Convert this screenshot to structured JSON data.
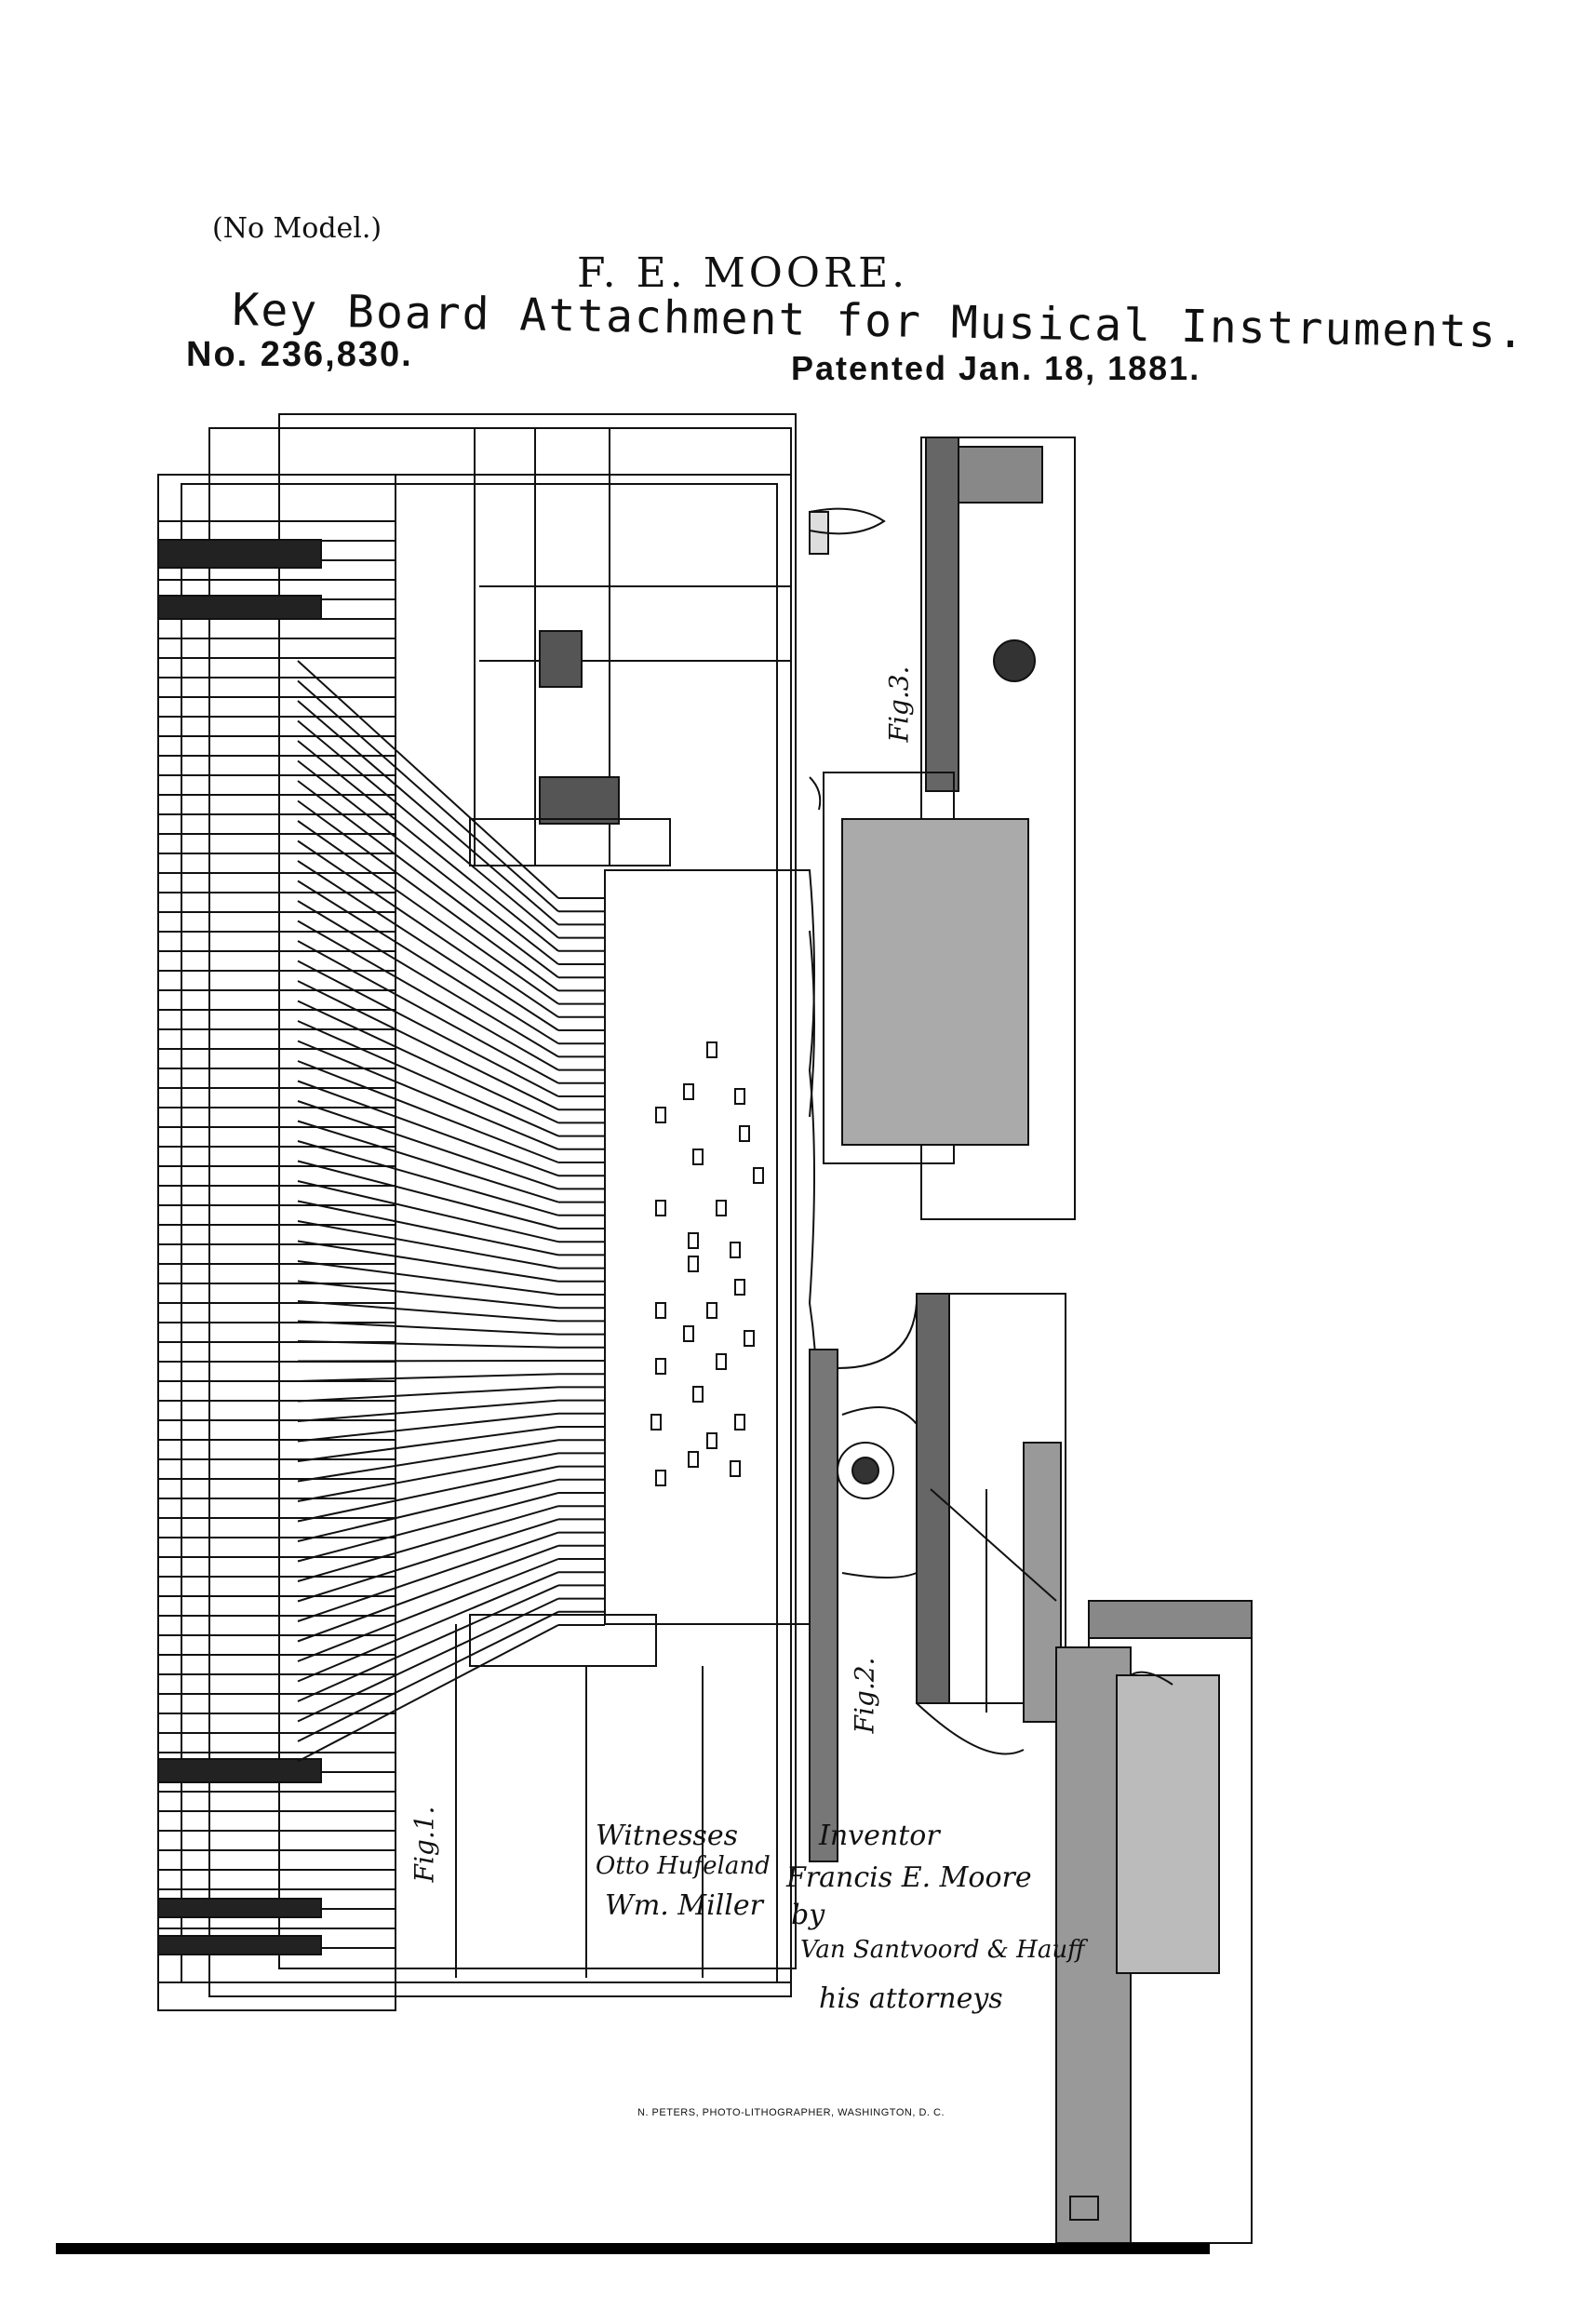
{
  "header": {
    "model_note": "(No Model.)",
    "inventor_name": "F. E. MOORE.",
    "title": "Key Board Attachment for Musical Instruments.",
    "patent_number": "No. 236,830.",
    "patent_date": "Patented Jan. 18, 1881."
  },
  "figures": {
    "fig1": "Fig.1.",
    "fig2": "Fig.2.",
    "fig3": "Fig.3."
  },
  "signatures": {
    "witnesses_label": "Witnesses",
    "witness1": "Otto Hufeland",
    "witness2": "Wm. Miller",
    "inventor_label": "Inventor",
    "inventor": "Francis E. Moore",
    "by": "by",
    "attorneys": "Van Santvoord & Hauff",
    "attorneys_role": "his attorneys"
  },
  "footer": {
    "lithographer": "N. PETERS, PHOTO-LITHOGRAPHER, WASHINGTON, D. C."
  }
}
